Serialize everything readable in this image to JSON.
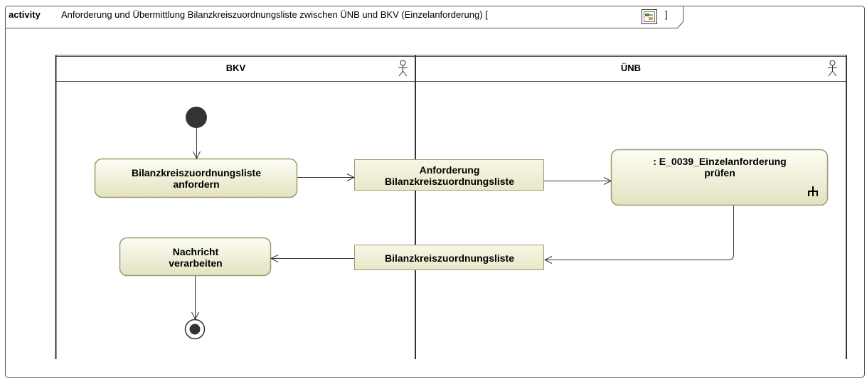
{
  "frame": {
    "keyword": "activity",
    "title": "Anforderung und Übermittlung Bilanzkreiszuordnungsliste zwischen ÜNB und BKV (Einzelanforderung) [",
    "title_close": "]",
    "diagram_icon": "diagram-icon"
  },
  "lanes": [
    {
      "label": "BKV",
      "icon": "actor-icon"
    },
    {
      "label": "ÜNB",
      "icon": "actor-icon"
    }
  ],
  "actions": {
    "request_list_line1": "Bilanzkreiszuordnungsliste",
    "request_list_line2": "anfordern",
    "process_line1": "Nachricht",
    "process_line2": "verarbeiten",
    "check_line1": ": E_0039_Einzelanforderung",
    "check_line2": "prüfen",
    "check_icon": "call-behavior-fork-icon"
  },
  "objects": {
    "request_object_line1": "Anforderung",
    "request_object_line2": "Bilanzkreiszuordnungsliste",
    "list_object": "Bilanzkreiszuordnungsliste"
  },
  "colors": {
    "node_fill_light": "#fbfbee",
    "node_fill_dark": "#e4e3c2",
    "node_border": "#9a9a72",
    "object_fill": "#f2f1da",
    "initial_node": "#333333"
  }
}
